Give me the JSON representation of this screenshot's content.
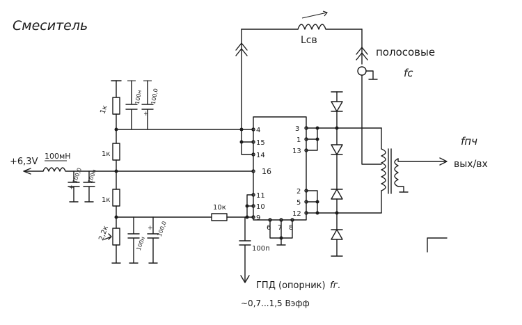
{
  "title": "Смеситель",
  "inductor_top": "Lсв",
  "bandpass_label": "полосовые",
  "fc_label": "fc",
  "fpch_label": "fпч",
  "vyh_vh_label": "вых/вх",
  "supply_label": "+6,3V",
  "inductor_left": "100мН",
  "gpd_label": "ГПД (опорник)",
  "fg_label": "fг.",
  "veff_label": "~0,7...1,5 Вэфф",
  "components": {
    "r_top": "1к",
    "c_top1": "100н",
    "c_top2": "100,0",
    "r_mid": "1к",
    "c_left1": "100,0",
    "c_left2": "100н",
    "r_low": "1к",
    "r_trim": "2,2к",
    "c_bot1": "100н",
    "c_bot2": "100,0",
    "r_series": "10к",
    "c_osc": "100п"
  },
  "pins": {
    "p4": "4",
    "p15": "15",
    "p14": "14",
    "p16": "16",
    "p11": "11",
    "p10": "10",
    "p9": "9",
    "p3": "3",
    "p1": "1",
    "p13": "13",
    "p2": "2",
    "p5": "5",
    "p12": "12",
    "p6": "6",
    "p7": "7",
    "p8": "8"
  }
}
